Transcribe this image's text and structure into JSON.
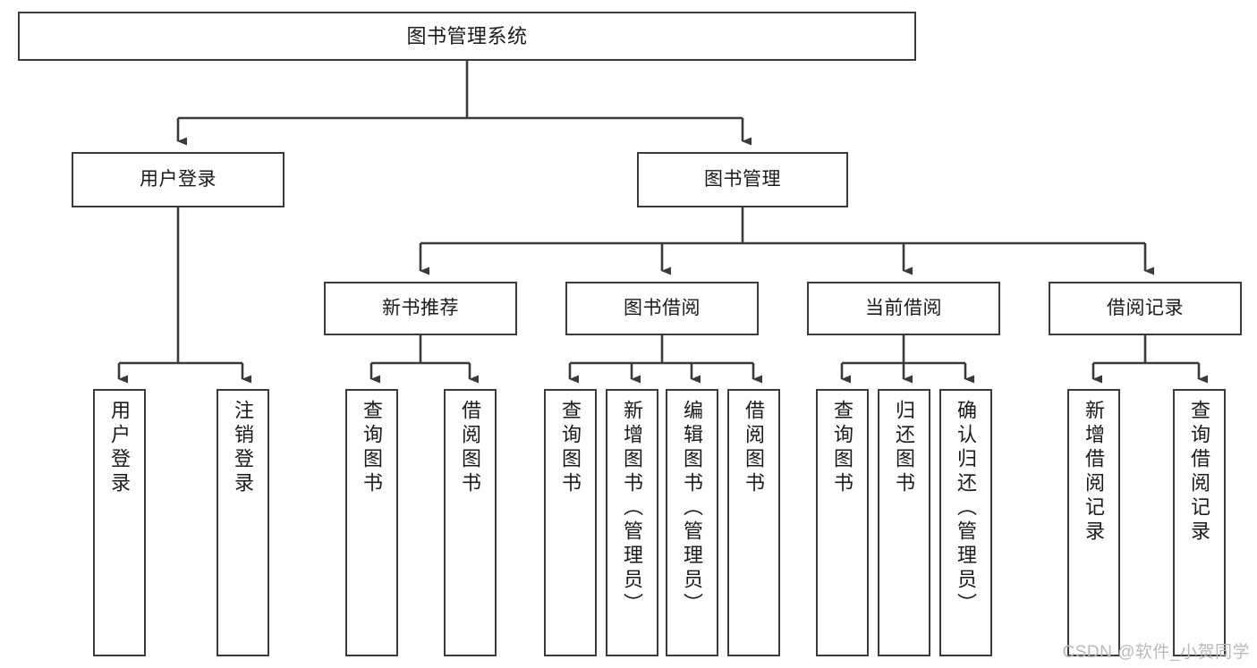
{
  "diagram": {
    "title": "图书管理系统",
    "type": "功能结构图",
    "root": {
      "label": "图书管理系统"
    },
    "level2": [
      {
        "label": "用户登录"
      },
      {
        "label": "图书管理"
      }
    ],
    "level3": [
      {
        "label": "新书推荐"
      },
      {
        "label": "图书借阅"
      },
      {
        "label": "当前借阅"
      },
      {
        "label": "借阅记录"
      }
    ],
    "leaves": {
      "user_login": [
        {
          "label": "用户登录"
        },
        {
          "label": "注销登录"
        }
      ],
      "new_recommend": [
        {
          "label": "查询图书"
        },
        {
          "label": "借阅图书"
        }
      ],
      "book_borrow": [
        {
          "label": "查询图书"
        },
        {
          "label": "新增图书（管理员）"
        },
        {
          "label": "编辑图书（管理员）"
        },
        {
          "label": "借阅图书"
        }
      ],
      "current_borrow": [
        {
          "label": "查询图书"
        },
        {
          "label": "归还图书"
        },
        {
          "label": "确认归还（管理员）"
        }
      ],
      "borrow_history": [
        {
          "label": "新增借阅记录"
        },
        {
          "label": "查询借阅记录"
        }
      ]
    }
  },
  "watermark": {
    "text": "CSDN @软件_小贺同学"
  },
  "colors": {
    "border": "#3a3a3a",
    "text": "#1a1a1a",
    "background": "#ffffff",
    "watermark": "#b9b9b9"
  }
}
